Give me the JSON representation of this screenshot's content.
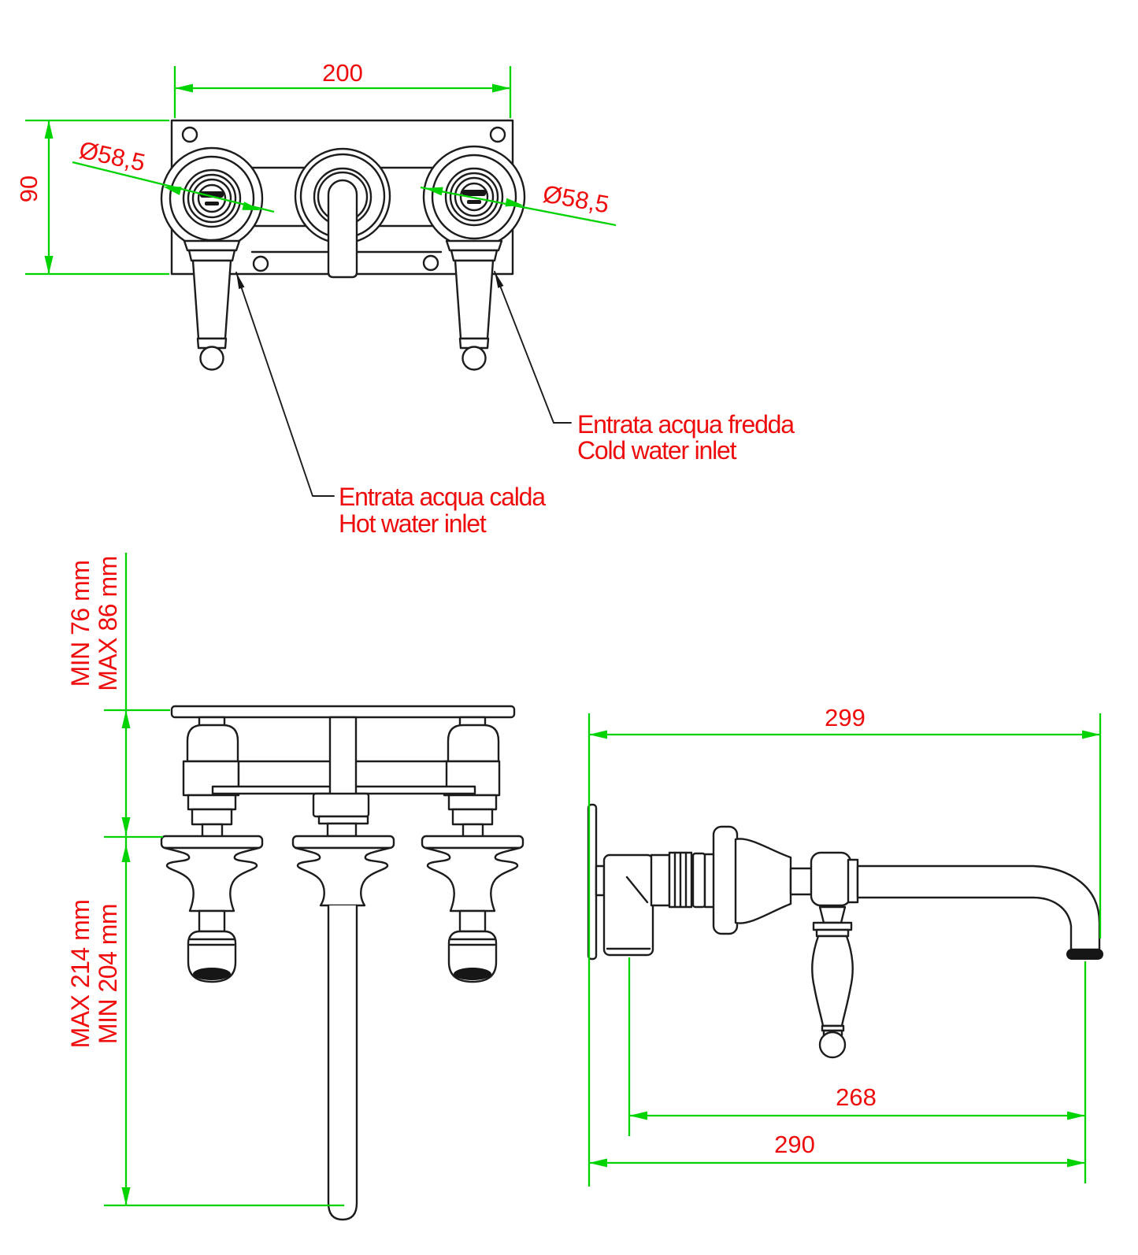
{
  "front_view": {
    "plate_width_dim": "200",
    "plate_height_dim": "90",
    "handle_diameter_left": "Ø58,5",
    "handle_diameter_right": "Ø58,5",
    "cold_inlet_line1": "Entrata acqua fredda",
    "cold_inlet_line2": "Cold water inlet",
    "hot_inlet_line1": "Entrata acqua calda",
    "hot_inlet_line2": "Hot water inlet"
  },
  "installation_view": {
    "wall_depth_min": "MIN 76 mm",
    "wall_depth_max": "MAX 86 mm",
    "drop_length_max": "MAX 214 mm",
    "drop_length_min": "MIN 204 mm"
  },
  "side_view": {
    "overall_projection": "299",
    "spout_projection": "268",
    "outlet_projection": "290"
  },
  "colors": {
    "dimension_green": "#00d300",
    "annotation_red": "#ee0c0c",
    "drawing_line": "#1c1c1c",
    "background": "#ffffff"
  }
}
